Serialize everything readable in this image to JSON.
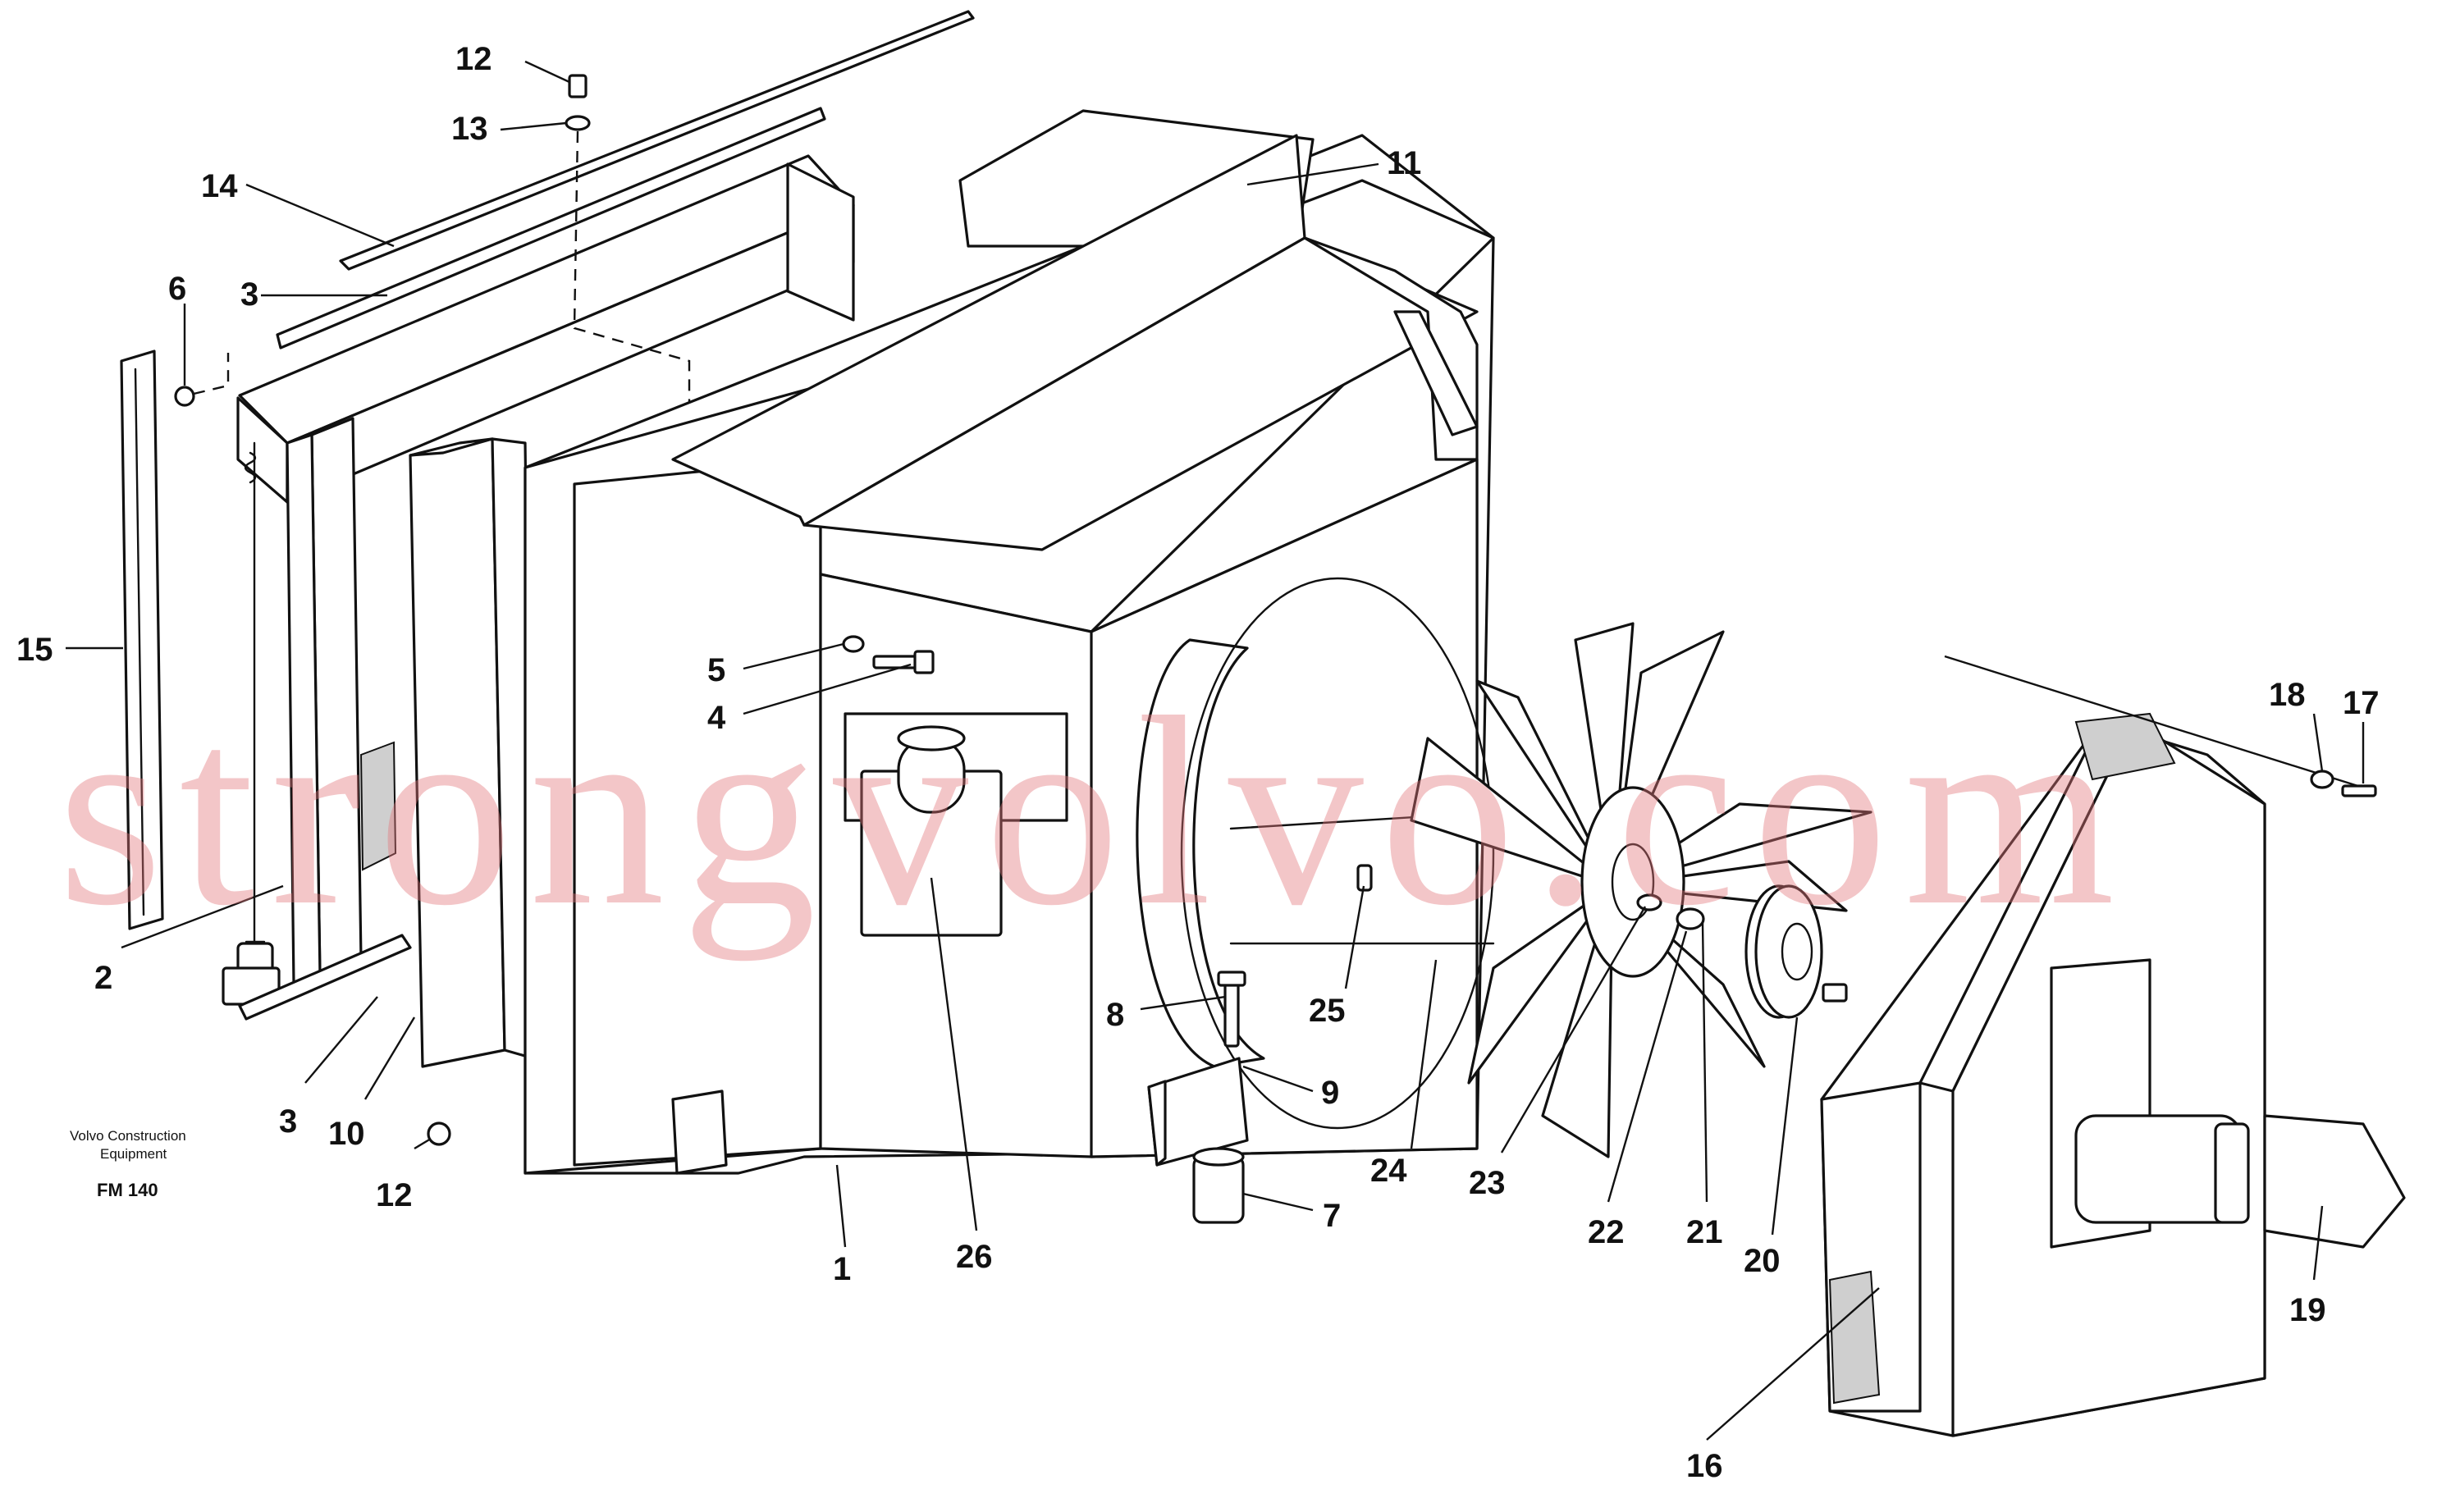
{
  "diagram": {
    "labels": {
      "l1": "1",
      "l2": "2",
      "l3a": "3",
      "l3b": "3",
      "l4": "4",
      "l5": "5",
      "l6": "6",
      "l7": "7",
      "l8": "8",
      "l9": "9",
      "l10": "10",
      "l11": "11",
      "l12a": "12",
      "l12b": "12",
      "l13": "13",
      "l14": "14",
      "l15": "15",
      "l16": "16",
      "l17": "17",
      "l18": "18",
      "l19": "19",
      "l20": "20",
      "l21": "21",
      "l22": "22",
      "l23": "23",
      "l24": "24",
      "l25": "25",
      "l26": "26"
    },
    "caption": {
      "line1": "Volvo Construction",
      "line2": "Equipment",
      "model": "FM 140"
    }
  },
  "watermark": "strongvolvo.com"
}
